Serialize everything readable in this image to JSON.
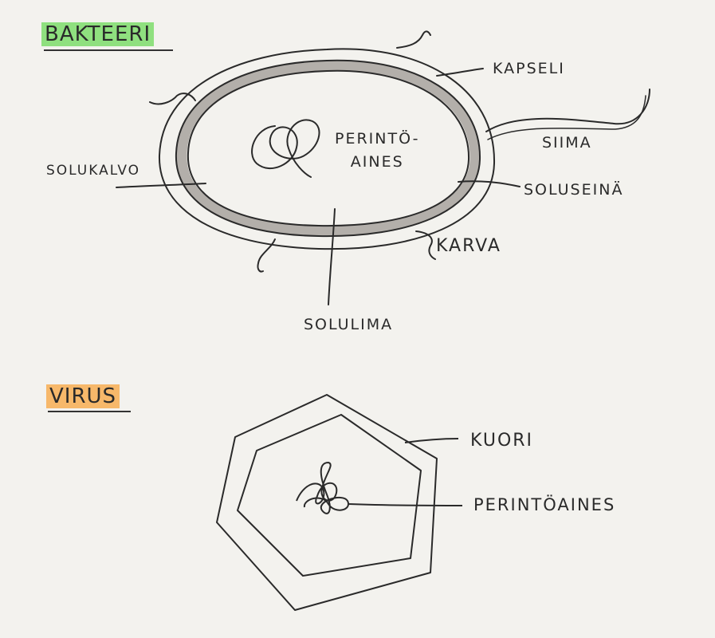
{
  "bacteria": {
    "title": "BAKTEERI",
    "labels": {
      "kapseli": "KAPSELI",
      "siima": "SIIMA",
      "soluseina": "SOLUSEINÄ",
      "karva": "KARVA",
      "solulima": "SOLULIMA",
      "solukalvo": "SOLUKALVO",
      "perintoaines_line1": "PERINTÖ-",
      "perintoaines_line2": "AINES"
    }
  },
  "virus": {
    "title": "VIRUS",
    "labels": {
      "kuori": "KUORI",
      "perintoaines": "PERINTÖAINES"
    }
  },
  "colors": {
    "bakteeri_highlight": "#8fe07f",
    "virus_highlight": "#f7b86a",
    "ink": "#2a2a2a",
    "cell_wall_fill": "#b3afaa",
    "paper": "#f3f2ee"
  }
}
